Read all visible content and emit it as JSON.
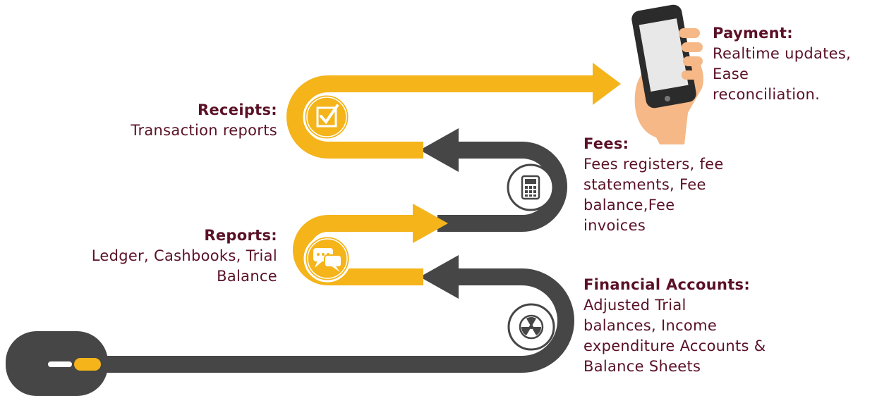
{
  "colors": {
    "yellow": "#f4b41a",
    "dark": "#464646",
    "text": "#5a1127",
    "phone": "#2b2b2b",
    "hand": "#f5b886"
  },
  "steps": {
    "payment": {
      "title": "Payment:",
      "body": "Realtime updates,\nEase\nreconciliation.",
      "icon": "smartphone-in-hand-icon"
    },
    "receipts": {
      "title": "Receipts:",
      "body": "Transaction reports",
      "icon": "checkbox-icon"
    },
    "fees": {
      "title": "Fees:",
      "body": "Fees registers, fee\nstatements, Fee\nbalance,Fee\ninvoices",
      "icon": "calculator-icon"
    },
    "reports": {
      "title": "Reports:",
      "body": "Ledger, Cashbooks, Trial\nBalance",
      "icon": "chat-bubbles-icon"
    },
    "financial": {
      "title": "Financial Accounts:",
      "body": "Adjusted Trial\nbalances, Income\nexpenditure Accounts &\nBalance Sheets",
      "icon": "radiation-icon"
    }
  },
  "start_icon": "mouse-icon"
}
